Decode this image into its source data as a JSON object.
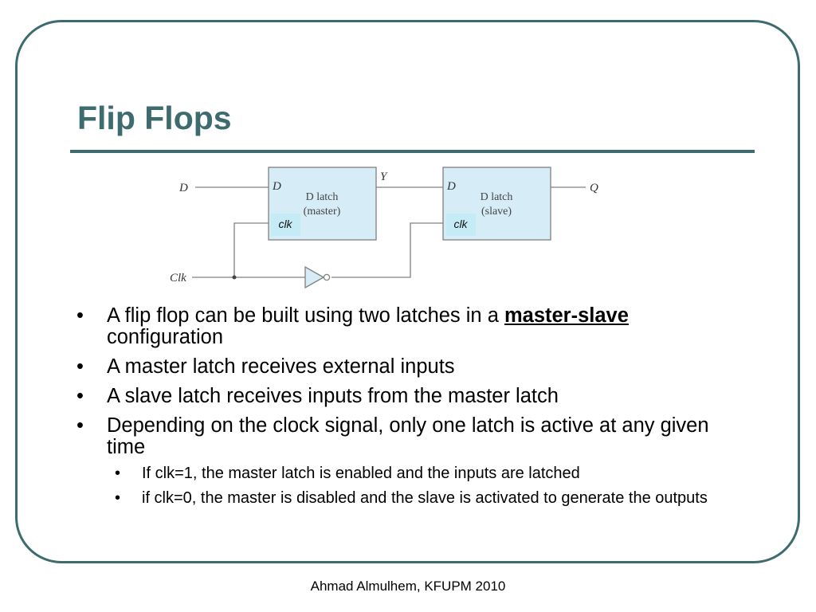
{
  "slide": {
    "title": "Flip Flops",
    "footer": "Ahmad Almulhem, KFUPM 2010"
  },
  "diagram": {
    "input_d": "D",
    "input_clk": "Clk",
    "mid_signal": "Y",
    "output": "Q",
    "master": {
      "pin": "D",
      "name": "D latch",
      "role": "(master)",
      "clk_label": "clk"
    },
    "slave": {
      "pin": "D",
      "name": "D latch",
      "role": "(slave)",
      "clk_label": "clk"
    },
    "colors": {
      "latch_fill": "#d6ecf7",
      "clk_fill": "#c5ecf6",
      "line": "#808080"
    }
  },
  "bullets": {
    "b1_pre": "A flip flop can be built using two latches in a ",
    "b1_emph": "master-slave",
    "b1_post": " configuration",
    "b2": "A master latch receives external inputs",
    "b3": "A slave latch receives inputs from the master latch",
    "b4": "Depending on the clock signal, only one latch is active at any given time",
    "sub1": "If clk=1, the master latch is enabled and the inputs are latched",
    "sub2": "if clk=0, the master is disabled and the slave is activated to generate the outputs"
  }
}
